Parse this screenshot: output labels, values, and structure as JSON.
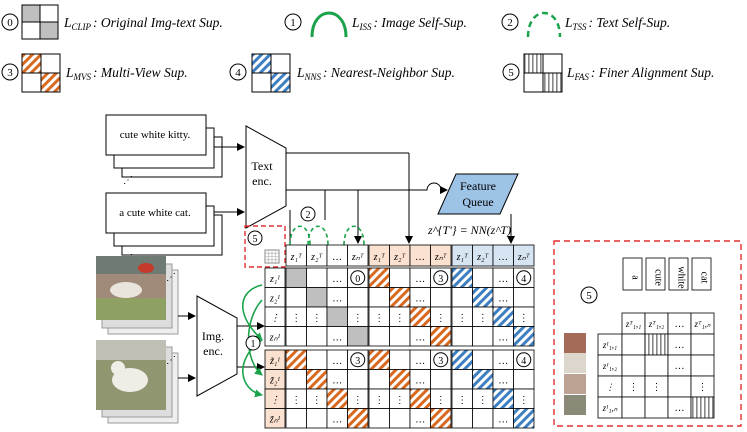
{
  "legend": {
    "items": [
      {
        "num": "0",
        "sym": "L",
        "sub": "CLIP",
        "desc": ": Original Img-text Sup."
      },
      {
        "num": "1",
        "sym": "L",
        "sub": "ISS",
        "desc": ": Image Self-Sup."
      },
      {
        "num": "2",
        "sym": "L",
        "sub": "TSS",
        "desc": ": Text Self-Sup."
      },
      {
        "num": "3",
        "sym": "L",
        "sub": "MVS",
        "desc": ": Multi-View Sup."
      },
      {
        "num": "4",
        "sym": "L",
        "sub": "NNS",
        "desc": ": Nearest-Neighbor Sup."
      },
      {
        "num": "5",
        "sym": "L",
        "sub": "FAS",
        "desc": ": Finer Alignment Sup."
      }
    ]
  },
  "texts": {
    "caption1": "cute white kitty.",
    "caption2": "a cute white cat.",
    "ellipsis": "…",
    "dots": "⋰"
  },
  "encoders": {
    "text": [
      "Text",
      "enc."
    ],
    "image": [
      "Img.",
      "enc."
    ]
  },
  "queue": {
    "label": [
      "Feature",
      "Queue"
    ],
    "formula": "z^{T'} = NN(z^T)"
  },
  "matrices": {
    "cols": [
      "z₁ᵀ",
      "z₂ᵀ",
      "…",
      "zₙᵀ"
    ],
    "rows_top": [
      "z₁ᴵ",
      "z₂ᴵ",
      "⋮",
      "zₙᴵ"
    ],
    "rows_bottom": [
      "z̃₁ᴵ",
      "z̃₂ᴵ",
      "⋮",
      "z̃ₙᴵ"
    ],
    "labels": [
      "0",
      "3",
      "4",
      "3",
      "3",
      "4"
    ]
  },
  "fas": {
    "number": "5",
    "words": [
      "a",
      "cute",
      "white",
      "cat"
    ],
    "col_labels": [
      "zᵀ₁,₁",
      "zᵀ₁,₂",
      "zᵀ₁,ₙ"
    ],
    "row_labels": [
      "zᴵ₁,₁",
      "zᴵ₁,₂",
      "⋮",
      "zᴵ₁,ₙ"
    ]
  },
  "colors": {
    "green": "#1aa34a",
    "orange": "#d8691f",
    "blue": "#3e7fc1",
    "gray": "#bfbfbf",
    "red": "#e03030",
    "orange_head": "#fbe1d0",
    "blue_head": "#d7e5f3",
    "queue_fill": "#9dc3e6"
  }
}
